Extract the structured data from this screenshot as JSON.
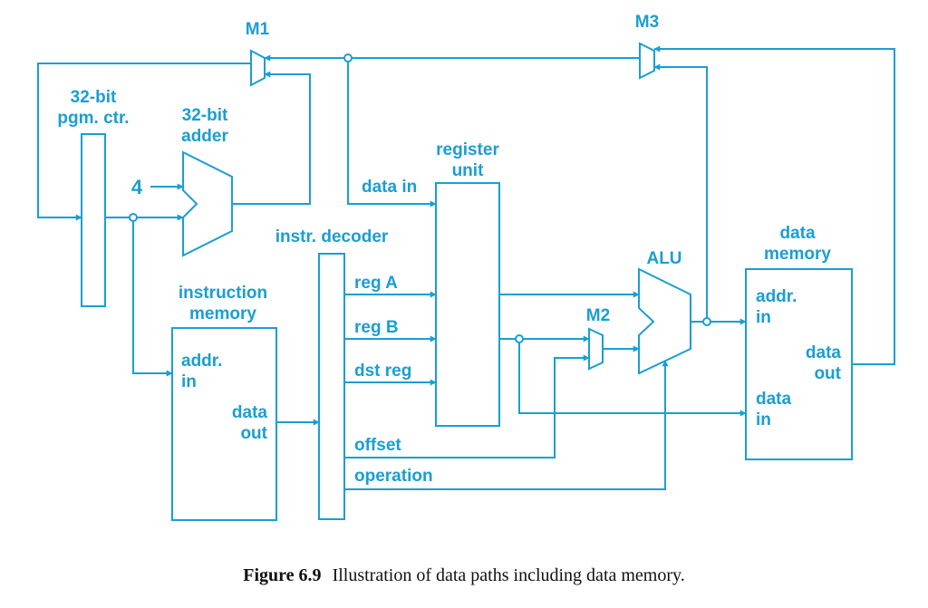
{
  "components": {
    "m1": "M1",
    "m2": "M2",
    "m3": "M3",
    "pc": [
      "32-bit",
      "pgm. ctr."
    ],
    "adder": [
      "32-bit",
      "adder"
    ],
    "constant": "4",
    "register_unit": [
      "register",
      "unit"
    ],
    "instr_decoder": "instr. decoder",
    "alu": "ALU",
    "instruction_memory": [
      "instruction",
      "memory"
    ],
    "data_memory": [
      "data",
      "memory"
    ]
  },
  "ports": {
    "reg_data_in": "data in",
    "reg_a": "reg A",
    "reg_b": "reg B",
    "dst_reg": "dst reg",
    "offset": "offset",
    "operation": "operation",
    "imem_addr": [
      "addr.",
      "in"
    ],
    "imem_data": [
      "data",
      "out"
    ],
    "dmem_addr": [
      "addr.",
      "in"
    ],
    "dmem_data_out": [
      "data",
      "out"
    ],
    "dmem_data_in": [
      "data",
      "in"
    ]
  },
  "caption": {
    "label": "Figure 6.9",
    "text": "Illustration of data paths including data memory."
  }
}
